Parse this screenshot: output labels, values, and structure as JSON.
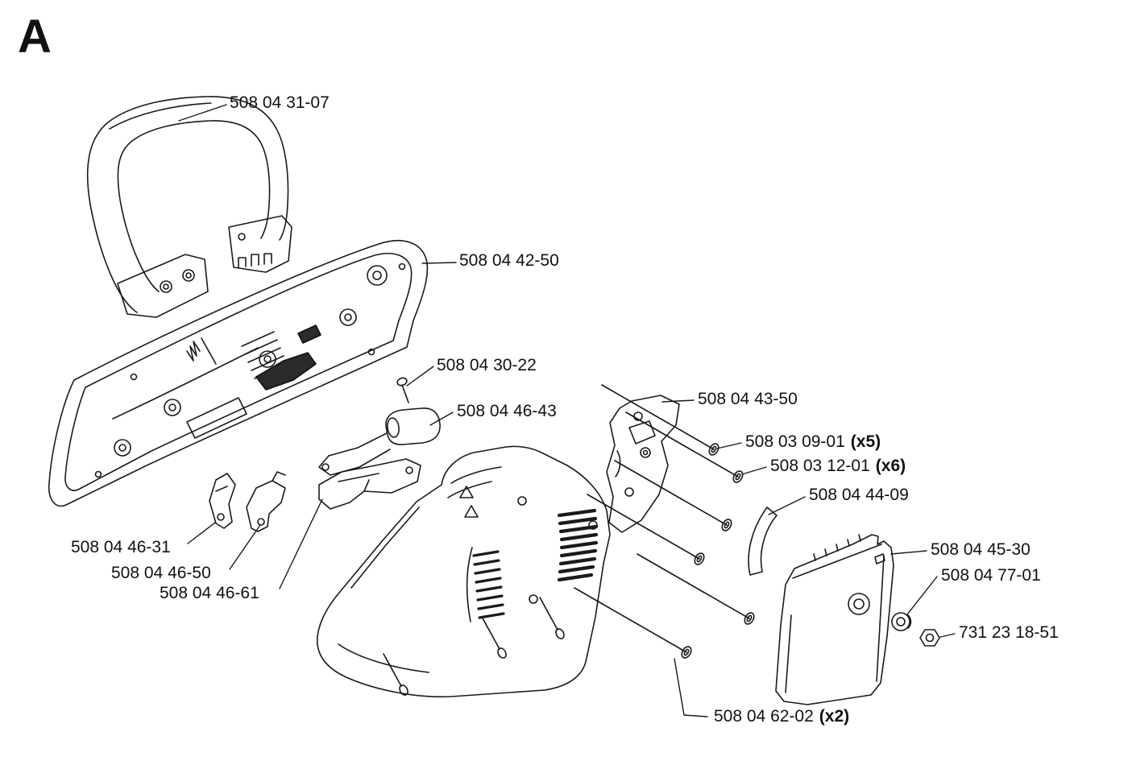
{
  "page": {
    "section_label": "A"
  },
  "colors": {
    "ink": "#1a1a1a",
    "background": "#ffffff"
  },
  "diagram": {
    "type": "exploded-parts-diagram",
    "labels": [
      {
        "part_number": "508 04 31-07",
        "qty": ""
      },
      {
        "part_number": "508 04 42-50",
        "qty": ""
      },
      {
        "part_number": "508 04 30-22",
        "qty": ""
      },
      {
        "part_number": "508 04 46-43",
        "qty": ""
      },
      {
        "part_number": "508 04 43-50",
        "qty": ""
      },
      {
        "part_number": "508 03 09-01",
        "qty": "(x5)"
      },
      {
        "part_number": "508 03 12-01",
        "qty": "(x6)"
      },
      {
        "part_number": "508 04 44-09",
        "qty": ""
      },
      {
        "part_number": "508 04 45-30",
        "qty": ""
      },
      {
        "part_number": "508 04 77-01",
        "qty": ""
      },
      {
        "part_number": "731 23 18-51",
        "qty": ""
      },
      {
        "part_number": "508 04 46-31",
        "qty": ""
      },
      {
        "part_number": "508 04 46-50",
        "qty": ""
      },
      {
        "part_number": "508 04 46-61",
        "qty": ""
      },
      {
        "part_number": "508 04 62-02",
        "qty": "(x2)"
      }
    ]
  }
}
